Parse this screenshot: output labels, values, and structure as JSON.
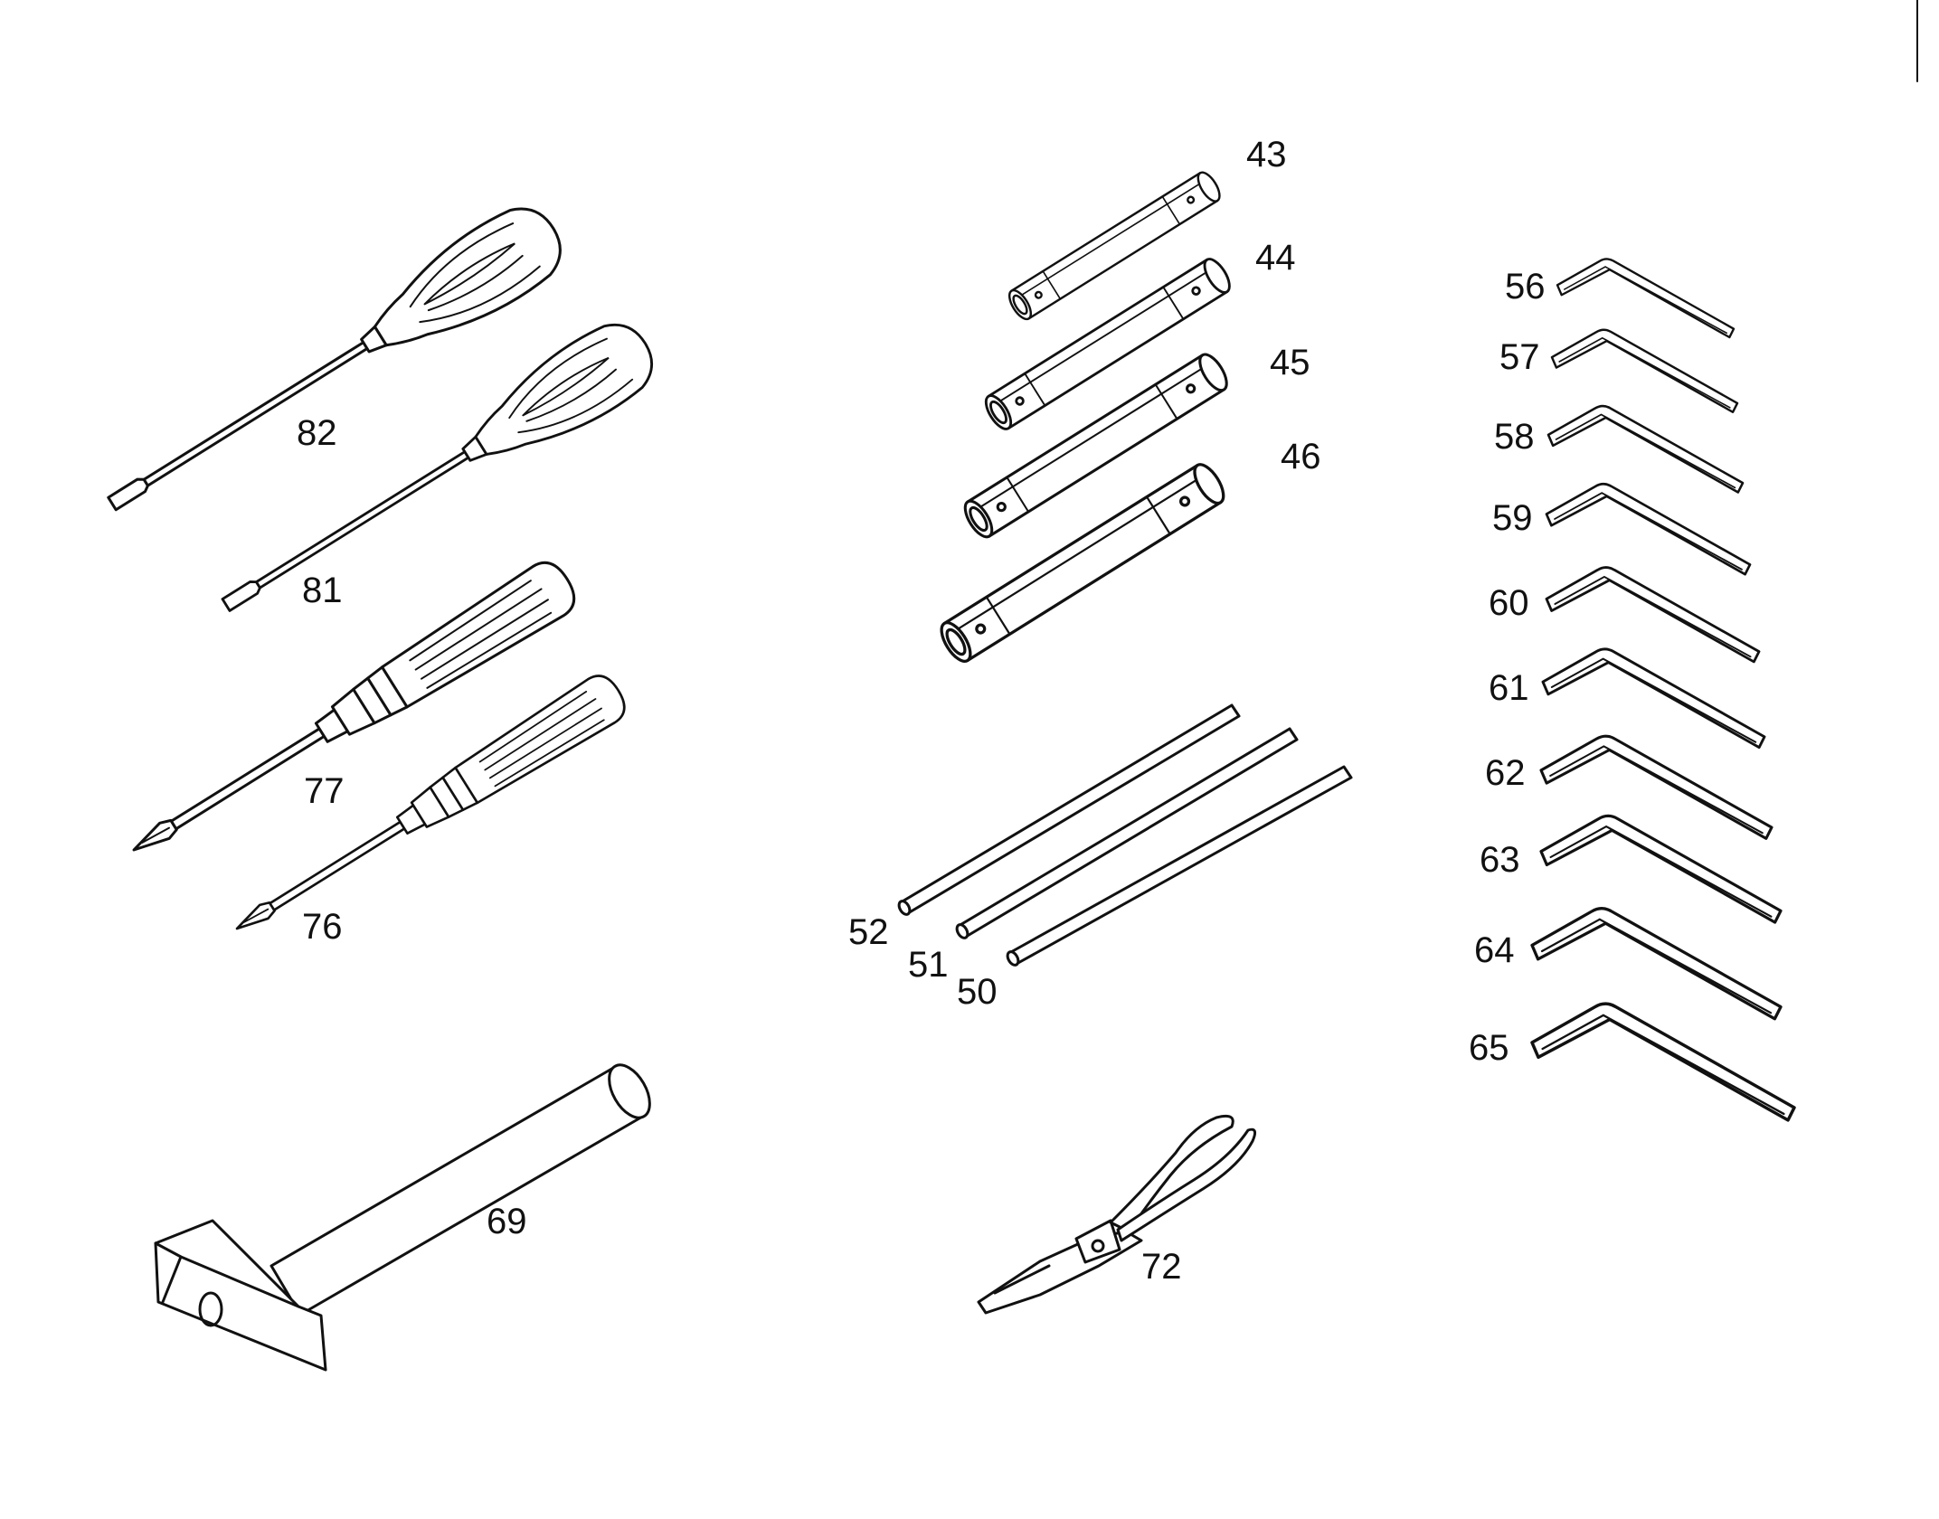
{
  "labels": {
    "l82": "82",
    "l81": "81",
    "l77": "77",
    "l76": "76",
    "l69": "69",
    "l43": "43",
    "l44": "44",
    "l45": "45",
    "l46": "46",
    "l52": "52",
    "l51": "51",
    "l50": "50",
    "l72": "72",
    "l56": "56",
    "l57": "57",
    "l58": "58",
    "l59": "59",
    "l60": "60",
    "l61": "61",
    "l62": "62",
    "l63": "63",
    "l64": "64",
    "l65": "65"
  }
}
